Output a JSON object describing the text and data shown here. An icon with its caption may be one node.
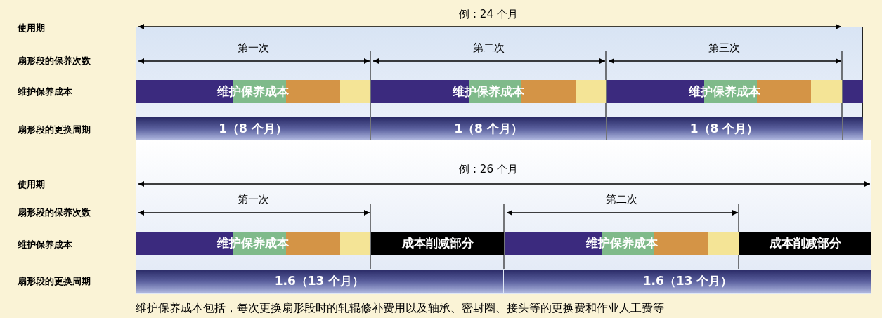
{
  "diagram": {
    "caption": "维护保养成本包括，每次更换扇形段时的轧辊修补费用以及轴承、密封圈、接头等的更换费和作业人工费等",
    "nodes": [
      {
        "text": [
          "维护保养成本"
        ]
      },
      {
        "text": [
          "维护保养成本"
        ]
      },
      {
        "text": [
          "维护保养成本"
        ]
      },
      {
        "text": [],
        "shape": "bar"
      },
      {
        "text": [
          "1（8 个月）"
        ]
      },
      {
        "text": [
          "1（8 个月）"
        ]
      },
      {
        "text": [
          "1（8 个月）"
        ]
      },
      {
        "text": [],
        "shape": "bar"
      },
      {
        "text": [
          "维护保养成本"
        ]
      },
      {
        "text": [
          "成本削减部分"
        ]
      },
      {
        "text": [
          "维护保养成本"
        ]
      },
      {
        "text": [
          "成本削减部分"
        ]
      },
      {
        "text": [
          "1.6（13 个月）"
        ]
      },
      {
        "text": [
          "1.6（13 个月）"
        ]
      }
    ],
    "labels": [
      "例 : 24 个月",
      "使用期",
      "第一次",
      "第二次",
      "第三次",
      "扇形段的保养次数",
      "维护保养成本",
      "扇形段的更换周期",
      "例 : 26 个月",
      "使用期",
      "第一次",
      "第二次",
      "扇形段的保养次数",
      "维护保养成本",
      "扇形段的更换周期"
    ]
  }
}
